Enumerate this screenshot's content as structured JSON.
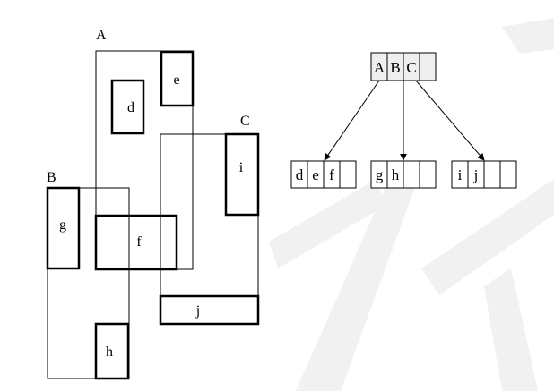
{
  "figure": {
    "region_labels": {
      "A": "A",
      "B": "B",
      "C": "C"
    },
    "object_labels": {
      "d": "d",
      "e": "e",
      "f": "f",
      "g": "g",
      "h": "h",
      "i": "i",
      "j": "j"
    },
    "tree": {
      "root": [
        "A",
        "B",
        "C",
        ""
      ],
      "children": [
        [
          "d",
          "e",
          "f",
          ""
        ],
        [
          "g",
          "h",
          "",
          ""
        ],
        [
          "i",
          "j",
          "",
          ""
        ]
      ]
    }
  }
}
